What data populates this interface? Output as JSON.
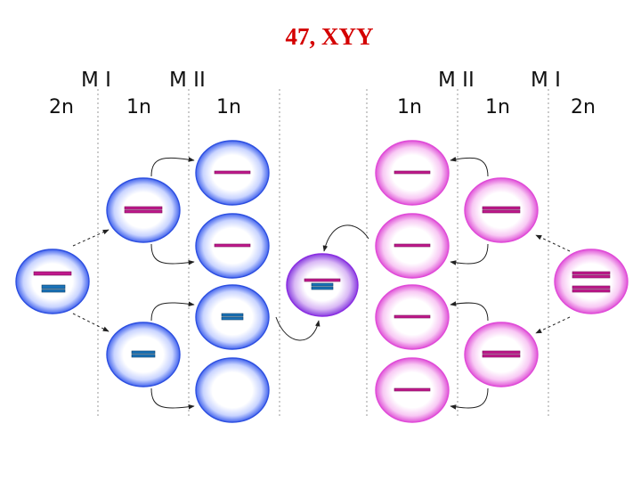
{
  "title": "47, XYY",
  "colors": {
    "title": "#d40000",
    "male_cell_edge": "#2d4fe0",
    "female_cell_edge": "#e04ad8",
    "zygote_edge": "#8a2be2",
    "x_chromosome": "#c0198c",
    "y_chromosome": "#1a73b8"
  },
  "stages": {
    "left_mi": "M I",
    "left_mii": "M II",
    "right_mii": "M II",
    "right_mi": "M I"
  },
  "ploidy": {
    "left_parent": "2n",
    "left_meiosis1": "1n",
    "left_gametes": "1n",
    "right_gametes": "1n",
    "right_meiosis1": "1n",
    "right_parent": "2n"
  },
  "icons": {
    "arrow": "curved-arrow-icon",
    "x_chromosome": "x-chromosome-bar",
    "y_chromosome": "y-chromosome-bar"
  }
}
